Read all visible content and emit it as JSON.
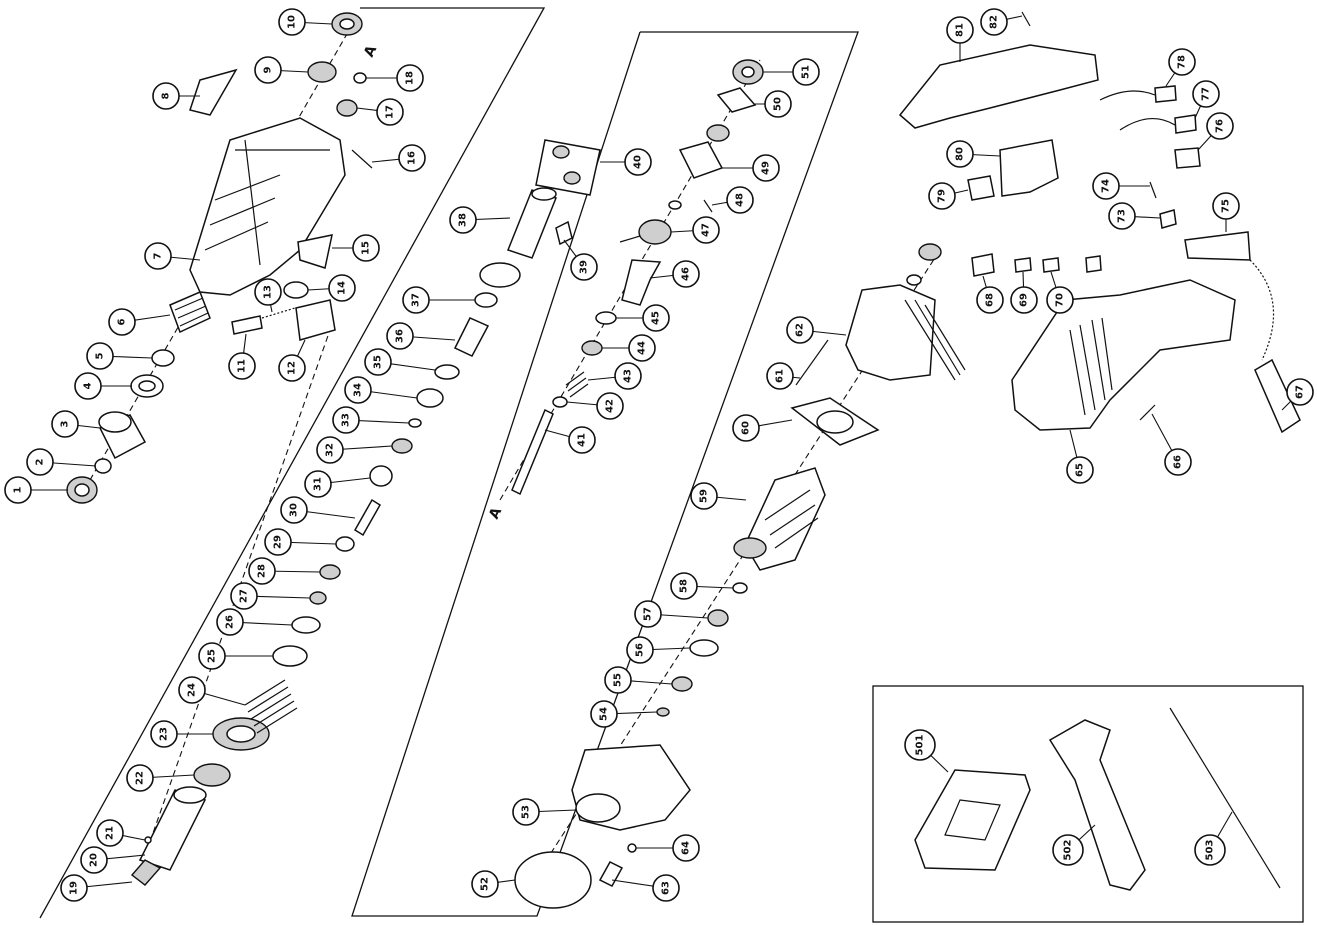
{
  "diagram": {
    "type": "exploded-parts-view",
    "section_marker": "A",
    "part_numbers": [
      "1",
      "2",
      "3",
      "4",
      "5",
      "6",
      "7",
      "8",
      "9",
      "10",
      "11",
      "12",
      "13",
      "14",
      "15",
      "16",
      "17",
      "18",
      "19",
      "20",
      "21",
      "22",
      "23",
      "24",
      "25",
      "26",
      "27",
      "28",
      "29",
      "30",
      "31",
      "32",
      "33",
      "34",
      "35",
      "36",
      "37",
      "38",
      "39",
      "40",
      "41",
      "42",
      "43",
      "44",
      "45",
      "46",
      "47",
      "48",
      "49",
      "50",
      "51",
      "52",
      "53",
      "54",
      "55",
      "56",
      "57",
      "58",
      "59",
      "60",
      "61",
      "62",
      "63",
      "64",
      "65",
      "66",
      "67",
      "68",
      "69",
      "70",
      "73",
      "74",
      "75",
      "76",
      "77",
      "78",
      "79",
      "80",
      "81",
      "82",
      "501",
      "502",
      "503"
    ],
    "accessory_numbers": [
      "501",
      "502",
      "503"
    ],
    "colors": {
      "line": "#111111",
      "background": "#ffffff",
      "fill_shade": "#cfcfcf"
    }
  }
}
